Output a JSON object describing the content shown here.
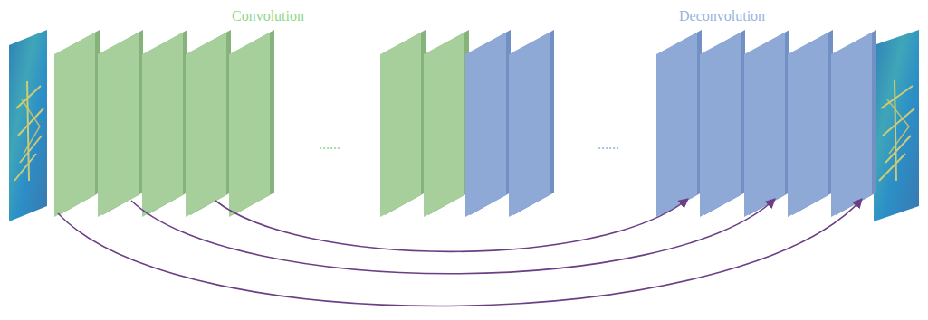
{
  "diagram": {
    "labels": [
      "Convolution",
      "Deconvolution",
      "......",
      "......"
    ]
  }
}
